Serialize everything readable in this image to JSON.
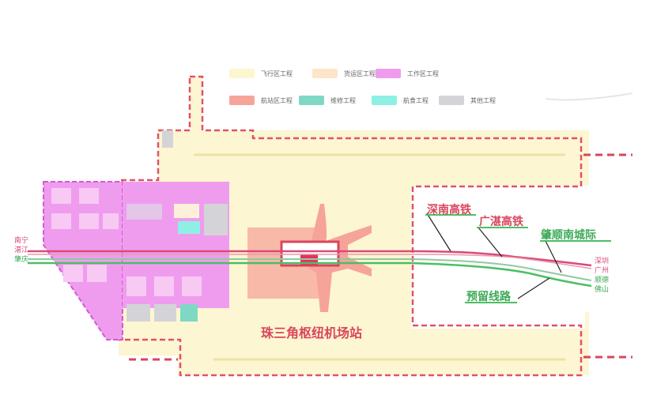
{
  "legend": {
    "items": [
      {
        "label": "飞行区工程",
        "color": "#fdf6cf"
      },
      {
        "label": "货运区工程",
        "color": "#fde5c8"
      },
      {
        "label": "工作区工程",
        "color": "#ef9cef"
      },
      {
        "label": "航站区工程",
        "color": "#f6a49a"
      },
      {
        "label": "维修工程",
        "color": "#7fd8c4"
      },
      {
        "label": "航食工程",
        "color": "#8ef0e4"
      },
      {
        "label": "其他工程",
        "color": "#d4d4d8"
      }
    ]
  },
  "labels": {
    "station": "珠三角枢纽机场站",
    "line_shennan": "深南高铁",
    "line_guangzhan": "广湛高铁",
    "line_zhaoshun": "肇顺南城际",
    "line_reserved": "预留线路"
  },
  "cities_west": [
    "南宁",
    "湛江",
    "肇庆"
  ],
  "cities_east": [
    "深圳",
    "广州",
    "顺德",
    "佛山"
  ],
  "colors": {
    "rail_red": "#d94a7a",
    "rail_green": "#4cbf62",
    "boundary": "#d9455c",
    "airfield": "#fdf6d2",
    "work_zone": "#ef9cef",
    "terminal": "#f6a49a"
  }
}
